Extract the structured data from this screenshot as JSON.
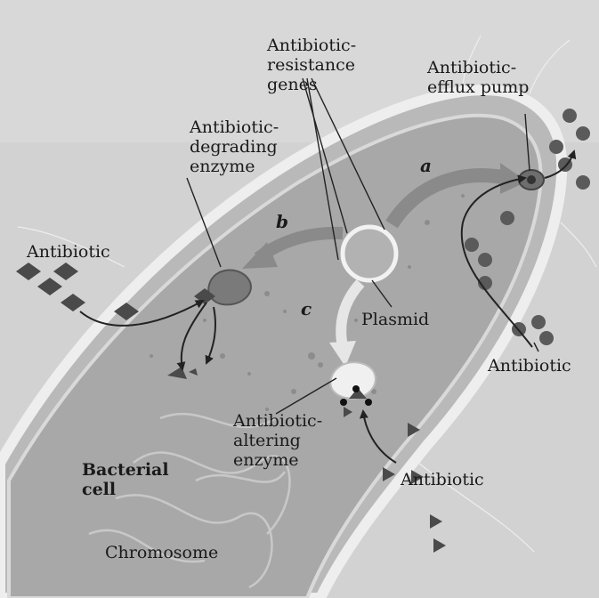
{
  "labels": {
    "resistance_genes": "Antibiotic-\nresistance\ngenes",
    "efflux_pump": "Antibiotic-\nefflux pump",
    "degrading_enzyme": "Antibiotic-\ndegrading\nenzyme",
    "antibiotic_left": "Antibiotic",
    "plasmid": "Plasmid",
    "antibiotic_right": "Antibiotic",
    "altering_enzyme": "Antibiotic-\naltering\nenzyme",
    "antibiotic_bottom": "Antibiotic",
    "bacterial_cell": "Bacterial\ncell",
    "chromosome": "Chromosome",
    "path_a": "a",
    "path_b": "b",
    "path_c": "c"
  },
  "colors": {
    "background": "#ffffff",
    "cell_fill": "#c9c9c9",
    "cytoplasm": "#a9a9a9",
    "membrane": "#ebebeb",
    "pathway_arrow": "#8a8a8a",
    "antibiotic_marker": "#555555"
  }
}
